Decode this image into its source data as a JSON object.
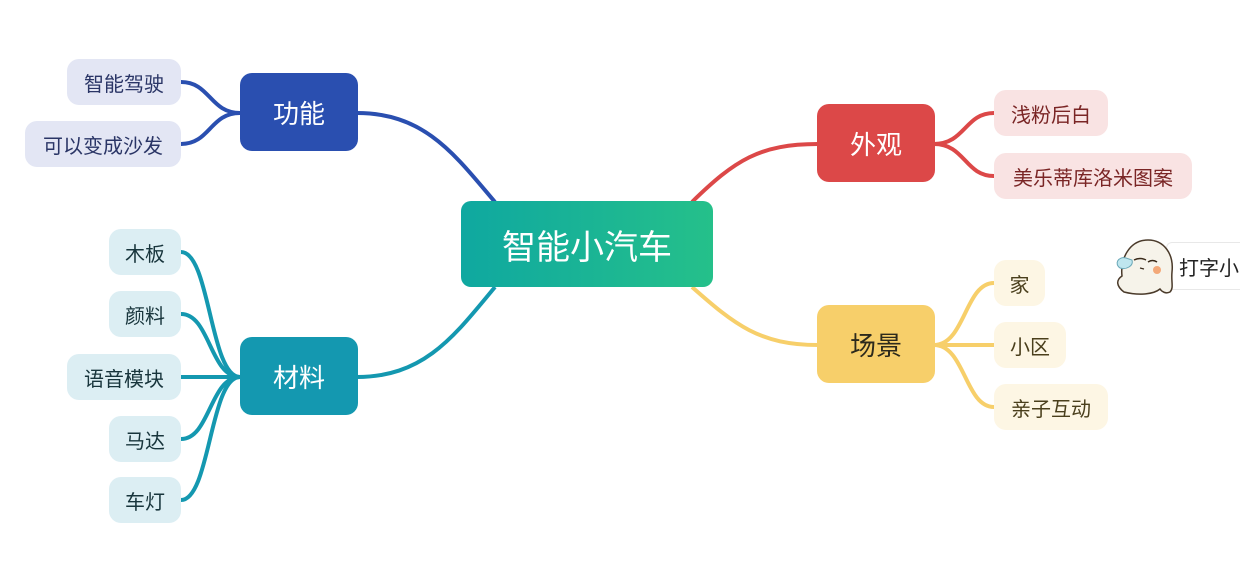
{
  "center": {
    "label": "智能小汽车"
  },
  "branches": {
    "function": {
      "label": "功能",
      "color": "#2a4fb0",
      "leaf_bg": "#e3e6f4",
      "leaf_text": "#2a3566",
      "leaves": [
        "智能驾驶",
        "可以变成沙发"
      ]
    },
    "material": {
      "label": "材料",
      "color": "#1498b0",
      "leaf_bg": "#dceef3",
      "leaf_text": "#18353c",
      "leaves": [
        "木板",
        "颜料",
        "语音模块",
        "马达",
        "车灯"
      ]
    },
    "appearance": {
      "label": "外观",
      "color": "#dc4848",
      "leaf_bg": "#f9e3e3",
      "leaf_text": "#7a2525",
      "leaves": [
        "浅粉后白",
        "美乐蒂库洛米图案"
      ]
    },
    "scene": {
      "label": "场景",
      "color": "#f7cf6a",
      "leaf_bg": "#fdf6e4",
      "leaf_text": "#4a3f1c",
      "leaves": [
        "家",
        "小区",
        "亲子互动"
      ]
    }
  },
  "helper": {
    "label": "打字小",
    "icon": "ghost-mascot-icon"
  }
}
